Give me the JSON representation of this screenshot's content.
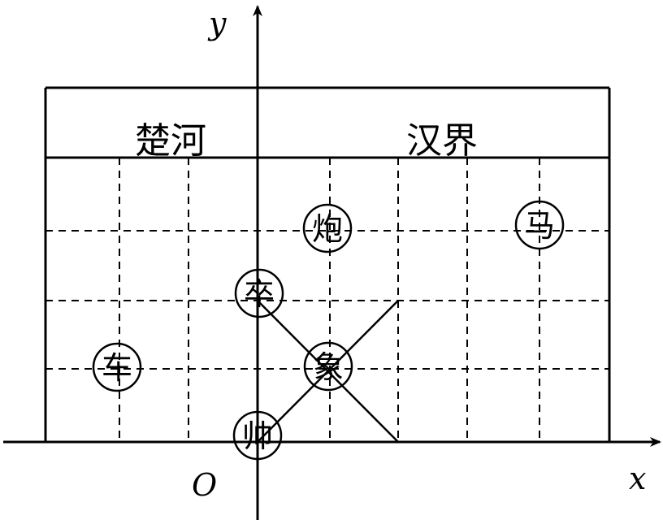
{
  "axes": {
    "x_label": "x",
    "y_label": "y",
    "origin_label": "O"
  },
  "river": {
    "left_text": "楚河",
    "right_text": "汉界"
  },
  "pieces": [
    {
      "id": "shuai",
      "text": "帅",
      "col": 0,
      "row": 0
    },
    {
      "id": "zu",
      "text": "卒",
      "col": 0,
      "row": 2
    },
    {
      "id": "xiang",
      "text": "象",
      "col": 1,
      "row": 1
    },
    {
      "id": "pao",
      "text": "炮",
      "col": 1,
      "row": 3
    },
    {
      "id": "ma",
      "text": "马",
      "col": 4,
      "row": 3
    },
    {
      "id": "che",
      "text": "车",
      "col": -2,
      "row": 1
    }
  ]
}
